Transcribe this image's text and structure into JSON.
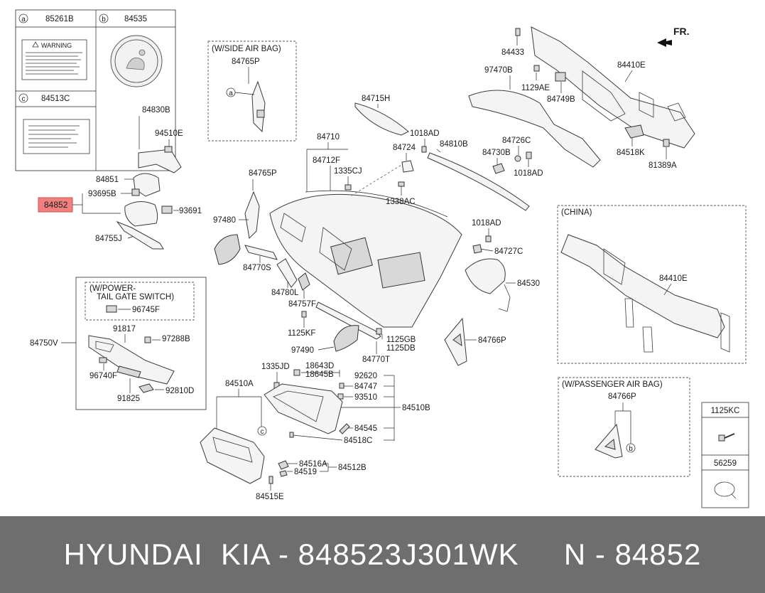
{
  "diagram": {
    "fr_label": "FR.",
    "highlight_color": "#f08080",
    "highlighted_part": "84852",
    "legend": {
      "a": {
        "key": "a",
        "part": "85261B",
        "label_text": "WARNING"
      },
      "b": {
        "key": "b",
        "part": "84535"
      },
      "c": {
        "key": "c",
        "part": "84513C"
      }
    },
    "groups": {
      "side_air_bag": "(W/SIDE AIR BAG)",
      "power_tail_gate_line1": "(W/POWER-",
      "power_tail_gate_line2": "TAIL GATE SWITCH)",
      "china": "(CHINA)",
      "passenger_air_bag": "(W/PASSENGER AIR BAG)"
    },
    "bolt_table": {
      "top": "1125KC",
      "bottom": "56259"
    },
    "parts": {
      "p84433": "84433",
      "p97470B": "97470B",
      "p1129AE": "1129AE",
      "p84749B": "84749B",
      "p84410E_a": "84410E",
      "p84518K": "84518K",
      "p81389A": "81389A",
      "p84726C": "84726C",
      "p84730B": "84730B",
      "p1018AD_b": "1018AD",
      "p84810B": "84810B",
      "p1018AD_a": "1018AD",
      "p84715H": "84715H",
      "p84724": "84724",
      "p1338AC": "1338AC",
      "p84710": "84710",
      "p84712F": "84712F",
      "p1335CJ": "1335CJ",
      "p84765P_a": "84765P",
      "p84765P_b": "84765P",
      "p97480": "97480",
      "p84830B": "84830B",
      "p94510E": "94510E",
      "p84851": "84851",
      "p93695B": "93695B",
      "p84852": "84852",
      "p93691": "93691",
      "p84755J": "84755J",
      "p1018AD_c": "1018AD",
      "p84727C": "84727C",
      "p84530": "84530",
      "p84770S": "84770S",
      "p84780L": "84780L",
      "p84757F": "84757F",
      "p1125KF": "1125KF",
      "p97490": "97490",
      "p1125GB": "1125GB",
      "p1125DB": "1125DB",
      "p84770T": "84770T",
      "p84766P_a": "84766P",
      "p84766P_b": "84766P",
      "p84410E_b": "84410E",
      "p96745F": "96745F",
      "p84750V": "84750V",
      "p91817": "91817",
      "p97288B": "97288B",
      "p96740F": "96740F",
      "p91825": "91825",
      "p92810D": "92810D",
      "p1335JD": "1335JD",
      "p18643D": "18643D",
      "p18645B": "18645B",
      "p92620": "92620",
      "p84747": "84747",
      "p93510": "93510",
      "p84510A": "84510A",
      "p84510B": "84510B",
      "p84545": "84545",
      "p84518C": "84518C",
      "p84516A": "84516A",
      "p84519": "84519",
      "p84512B": "84512B",
      "p84515E": "84515E"
    }
  },
  "footer": {
    "text": "HYUNDAI  KIA - 848523J301WK     N - 84852"
  }
}
